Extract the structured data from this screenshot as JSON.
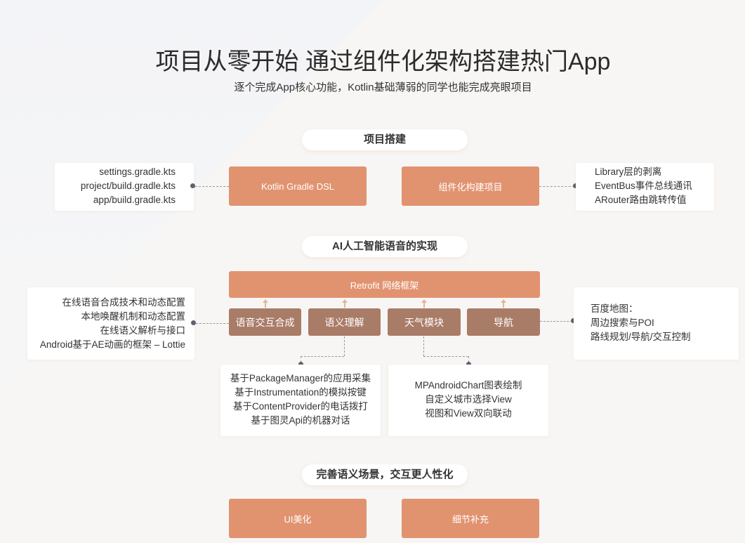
{
  "header": {
    "title": "项目从零开始 通过组件化架构搭建热门App",
    "subtitle": "逐个完成App核心功能，Kotlin基础薄弱的同学也能完成亮眼项目"
  },
  "colors": {
    "accent_orange": "#e19370",
    "accent_brown": "#a97c68",
    "dot": "#5e6270",
    "card_bg": "#ffffff"
  },
  "section1": {
    "label": "项目搭建",
    "box_left": "Kotlin Gradle DSL",
    "box_right": "组件化构建项目",
    "card_left": [
      "settings.gradle.kts",
      "project/build.gradle.kts",
      "app/build.gradle.kts"
    ],
    "card_right": [
      "Library层的剥离",
      "EventBus事件总线通讯",
      "ARouter路由跳转传值"
    ]
  },
  "section2": {
    "label": "AI人工智能语音的实现",
    "network_bar": "Retrofit 网络框架",
    "modules": [
      "语音交互合成",
      "语义理解",
      "天气模块",
      "导航"
    ],
    "card_left": [
      "在线语音合成技术和动态配置",
      "本地唤醒机制和动态配置",
      "在线语义解析与接口",
      "Android基于AE动画的框架 – Lottie"
    ],
    "card_right": [
      "百度地图：",
      "周边搜索与POI",
      "路线规划/导航/交互控制"
    ],
    "card_bottom_left": [
      "基于PackageManager的应用采集",
      "基于Instrumentation的模拟按键",
      "基于ContentProvider的电话拨打",
      "基于图灵Api的机器对话"
    ],
    "card_bottom_right": [
      "MPAndroidChart图表绘制",
      "自定义城市选择View",
      "视图和View双向联动"
    ]
  },
  "section3": {
    "label": "完善语义场景，交互更人性化",
    "box_left": "UI美化",
    "box_right": "细节补充"
  }
}
